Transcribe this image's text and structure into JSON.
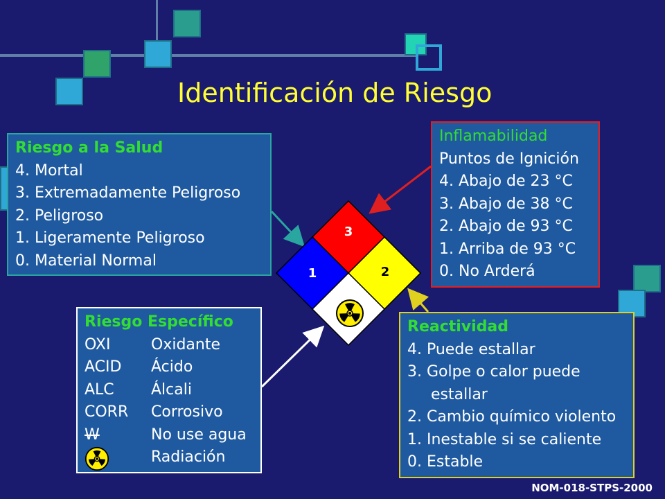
{
  "title": "Identificación de Riesgo",
  "salud": {
    "heading": "Riesgo a la Salud",
    "items": [
      "4. Mortal",
      "3. Extremadamente Peligroso",
      "2. Peligroso",
      "1. Ligeramente Peligroso",
      "0. Material Normal"
    ]
  },
  "inflamabilidad": {
    "heading": "Inflamabilidad",
    "subheading": "Puntos de Ignición",
    "items": [
      "4. Abajo de 23 °C",
      "3. Abajo de 38 °C",
      "2. Abajo de 93 °C",
      "1. Arriba de 93 °C",
      "0. No Arderá"
    ]
  },
  "especifico": {
    "heading": "Riesgo Específico",
    "rows": [
      {
        "code": "OXI",
        "desc": "Oxidante"
      },
      {
        "code": "ACID",
        "desc": "Ácido"
      },
      {
        "code": "ALC",
        "desc": "Álcali"
      },
      {
        "code": "CORR",
        "desc": "Corrosivo"
      },
      {
        "code": "W",
        "desc": "No use agua"
      },
      {
        "code": "",
        "desc": "Radiación"
      }
    ]
  },
  "reactividad": {
    "heading": "Reactividad",
    "items": [
      "4. Puede estallar",
      "3. Golpe o calor puede",
      "estallar",
      "2. Cambio químico violento",
      "1. Inestable si se caliente",
      "0. Estable"
    ]
  },
  "diamond": {
    "top": "3",
    "left": "1",
    "right": "2",
    "colors": {
      "top": "#ff0000",
      "left": "#0000ff",
      "right": "#ffff00",
      "bottom": "#ffffff"
    }
  },
  "footer": "NOM-018-STPS-2000"
}
